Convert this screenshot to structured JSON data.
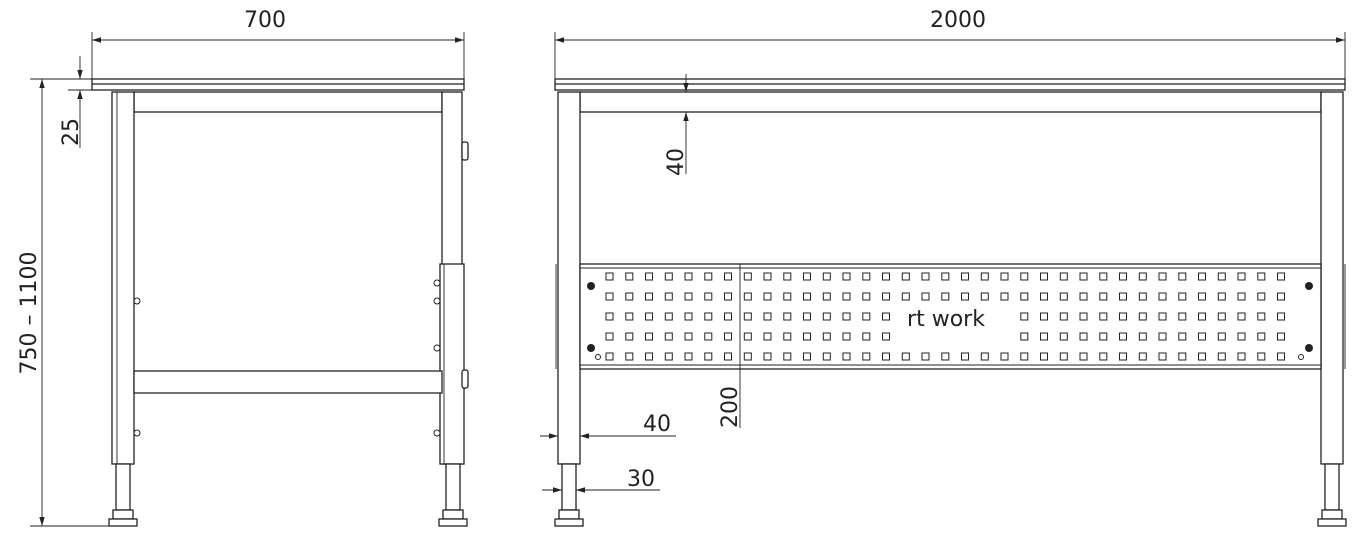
{
  "diagram": {
    "dimensions": {
      "side_width": "700",
      "top_thickness": "25",
      "height_range": "750 – 1100",
      "front_width": "2000",
      "frame_height": "40",
      "panel_height": "200",
      "leg_outer": "40",
      "leg_inner": "30"
    },
    "brand_text": "rt work",
    "colors": {
      "line": "#222222",
      "background": "#ffffff"
    }
  }
}
